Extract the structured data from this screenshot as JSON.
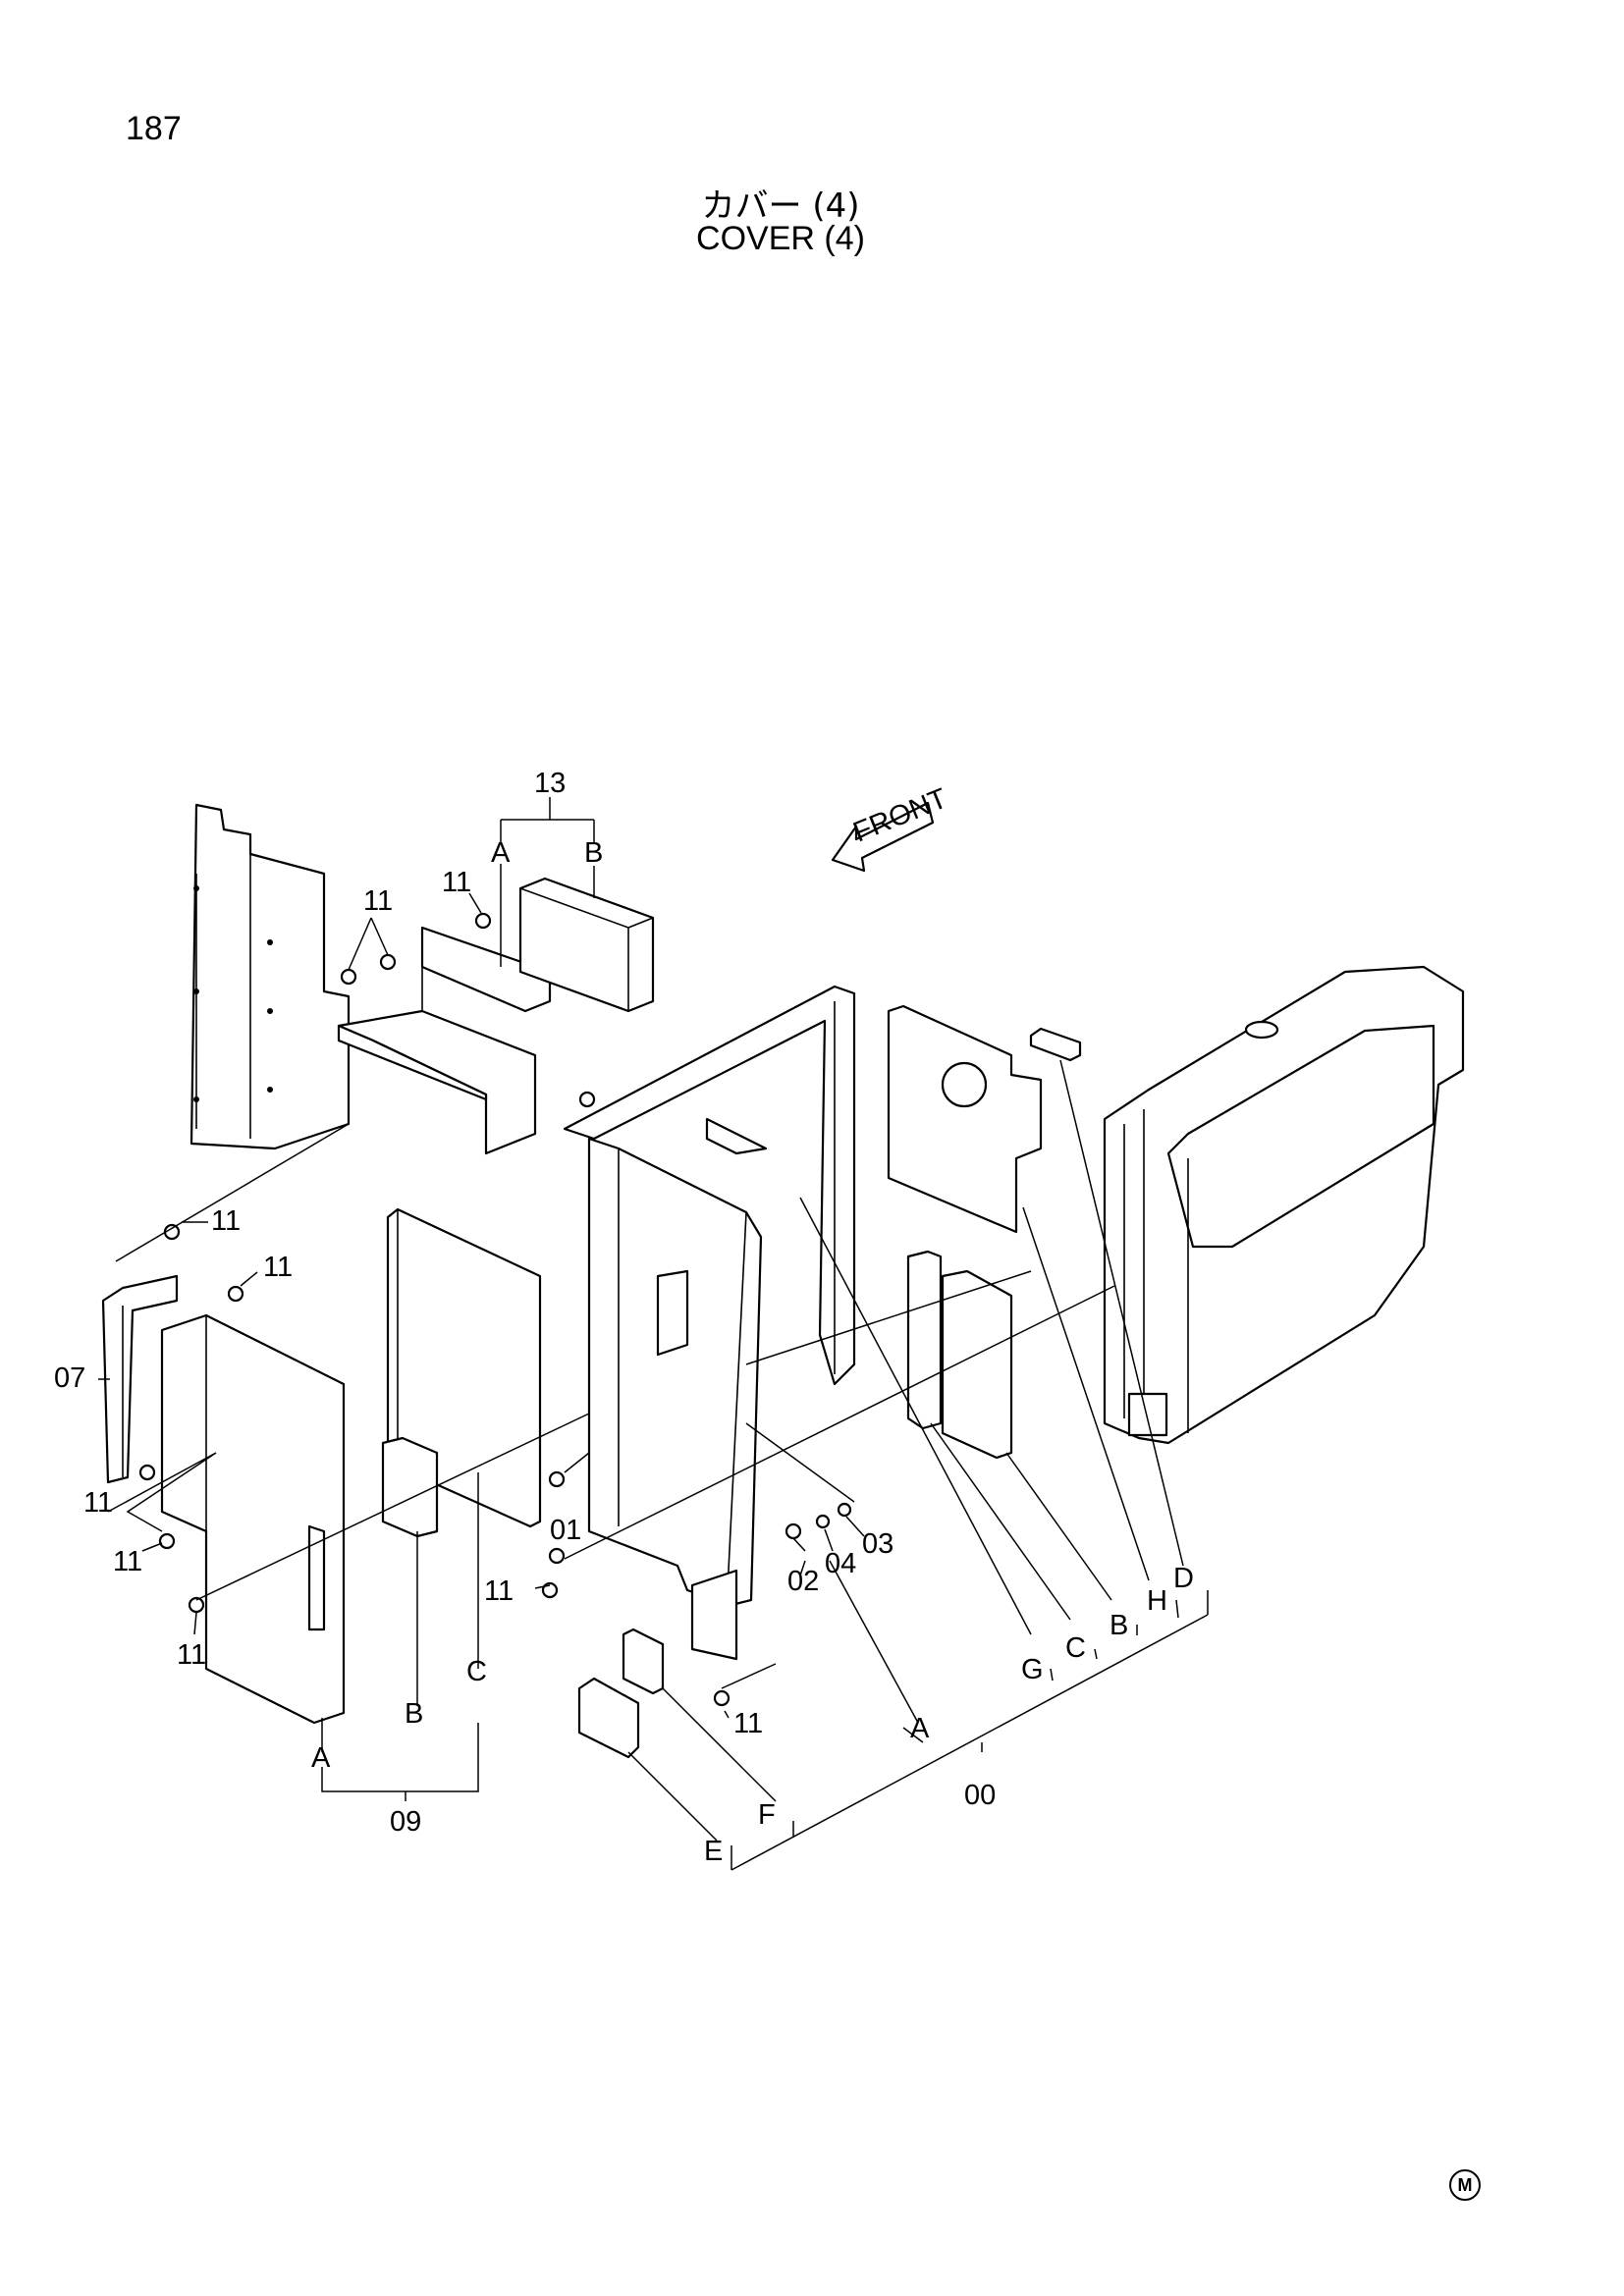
{
  "page_number": "187",
  "title_jp": "カバー (4)",
  "title_en": "COVER (4)",
  "front_label": "FRONT",
  "corner_mark": "M",
  "labels": {
    "l13": "13",
    "l13A": "A",
    "l13B": "B",
    "l11a": "11",
    "l11b": "11",
    "l11c": "11",
    "l11d": "11",
    "l11e": "11",
    "l11f": "11",
    "l11g": "11",
    "l11h": "11",
    "l11i": "11",
    "l07": "07",
    "l01": "01",
    "l02": "02",
    "l04": "04",
    "l03": "03",
    "l09": "09",
    "l09A": "A",
    "l09B": "B",
    "l09C": "C",
    "l00": "00",
    "l00A": "A",
    "l00G": "G",
    "l00C": "C",
    "l00B": "B",
    "l00H": "H",
    "l00D": "D",
    "l00E": "E",
    "l00F": "F"
  }
}
